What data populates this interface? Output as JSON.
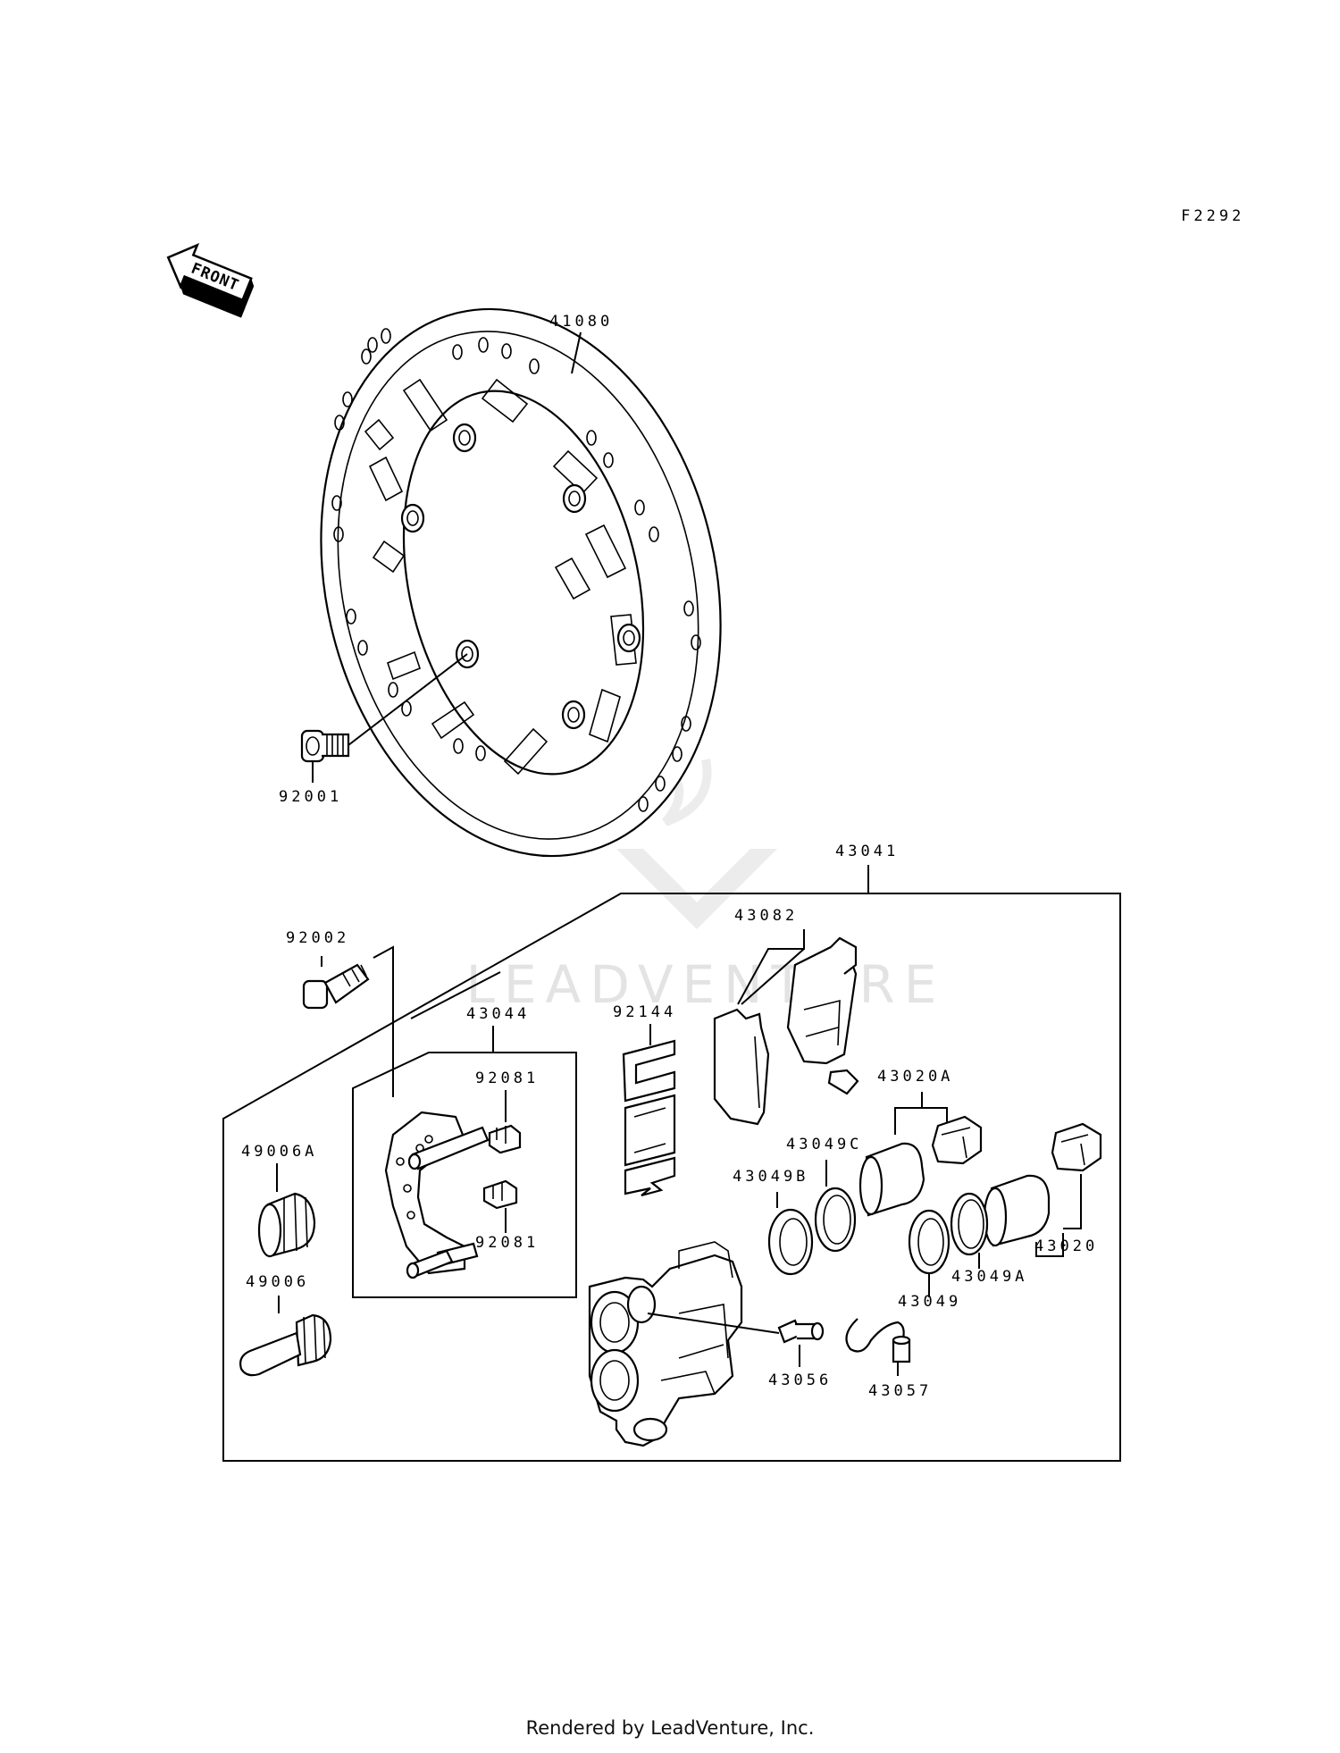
{
  "diagram_code": "F2292",
  "direction_label": "FRONT",
  "watermark": "LEADVENTURE",
  "parts": {
    "p41080": "41080",
    "p92001": "92001",
    "p43041": "43041",
    "p43082": "43082",
    "p92002": "92002",
    "p43044": "43044",
    "p92144": "92144",
    "p92081a": "92081",
    "p92081b": "92081",
    "p43020A": "43020A",
    "p49006A": "49006A",
    "p43049C": "43049C",
    "p43049B": "43049B",
    "p43020": "43020",
    "p43049A": "43049A",
    "p49006": "49006",
    "p43049": "43049",
    "p43056": "43056",
    "p43057": "43057"
  },
  "footer": "Rendered by LeadVenture, Inc."
}
